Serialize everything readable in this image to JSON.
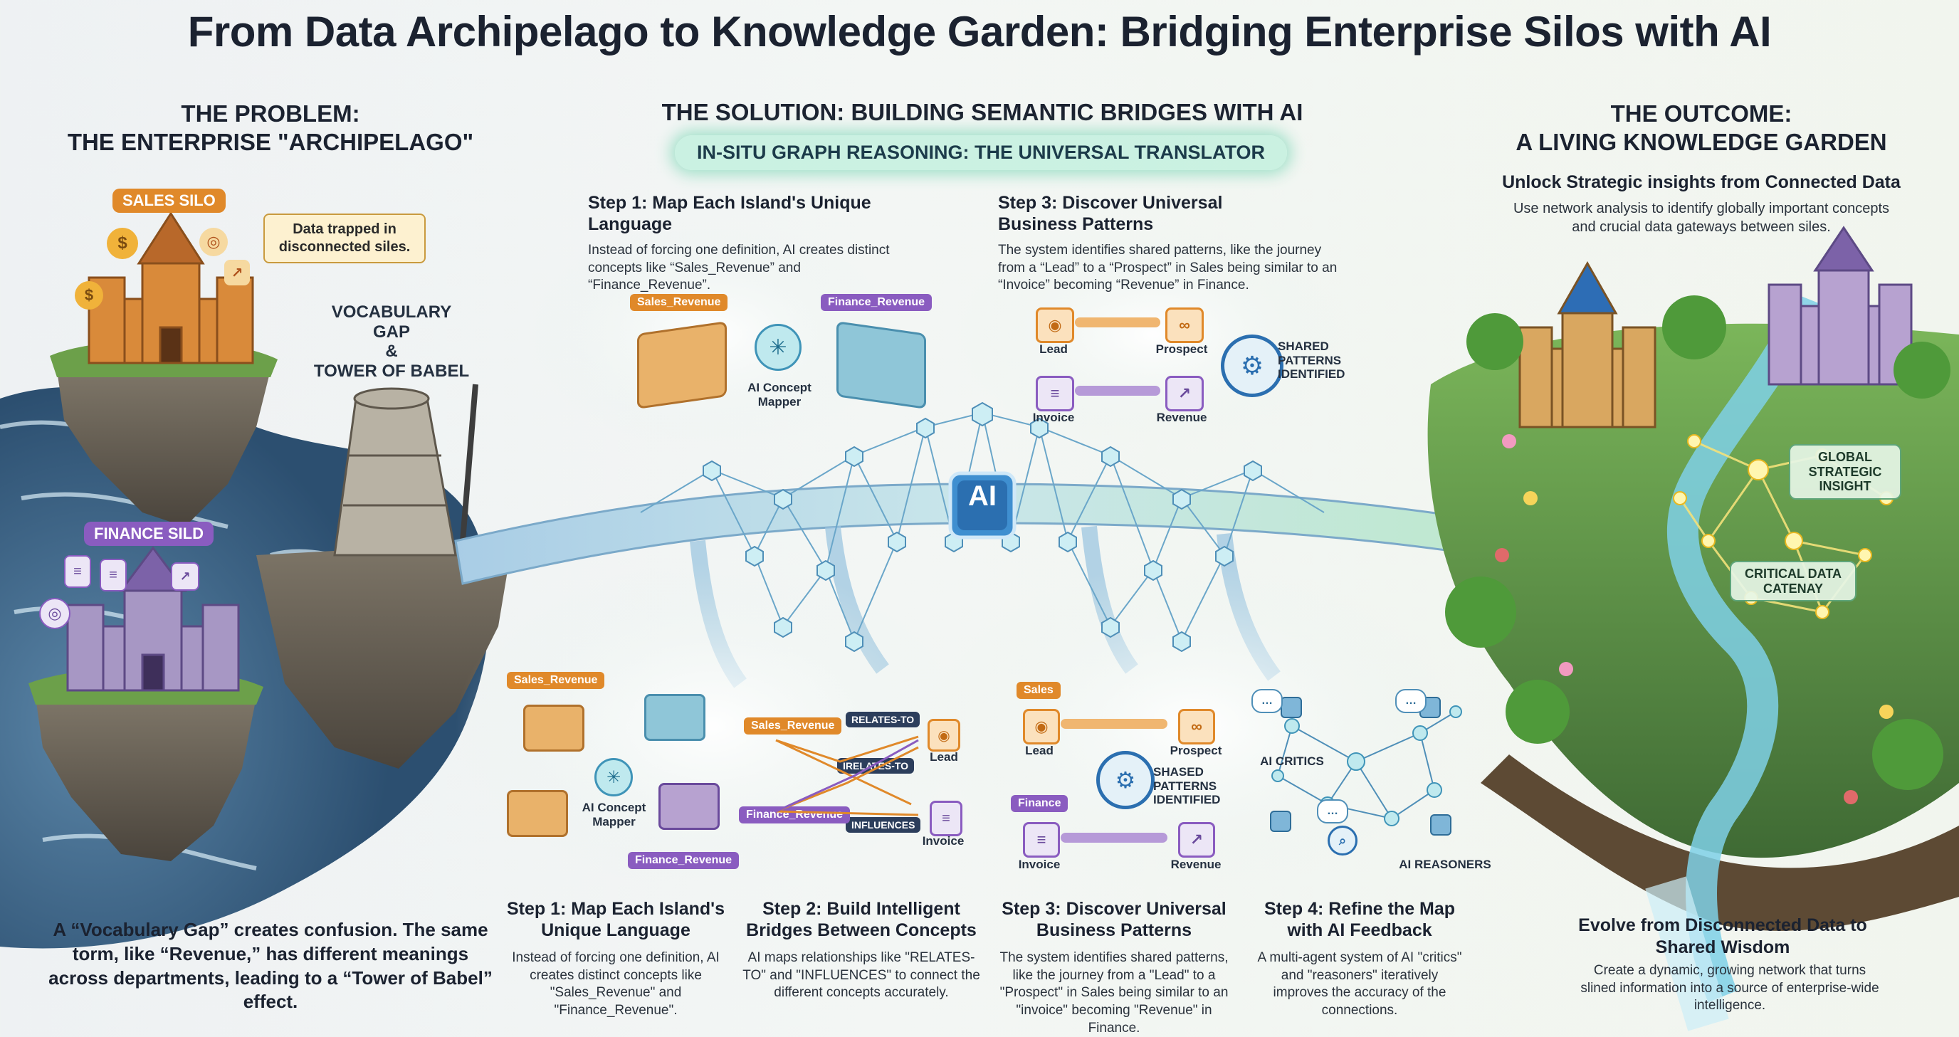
{
  "title": "From Data Archipelago to Knowledge Garden: Bridging Enterprise Silos with AI",
  "problem": {
    "heading_line1": "THE PROBLEM:",
    "heading_line2": "THE ENTERPRISE \"ARCHIPELAGO\"",
    "sales_silo": "SALES SILO",
    "finance_silo": "FINANCE SILD",
    "trapped_note": "Data trapped in disconnected siles.",
    "vocab_line1": "VOCABULARY",
    "vocab_line2": "GAP",
    "vocab_line3": "&",
    "vocab_line4": "TOWER OF BABEL",
    "caption": "A “Vocabulary Gap” creates confusion. The same torm, like “Revenue,” has different meanings across departments, leading to a “Tower of Babel” effect."
  },
  "solution": {
    "heading": "THE SOLUTION: BUILDING SEMANTIC BRIDGES WITH AI",
    "banner": "IN-SITU GRAPH REASONING: THE UNIVERSAL TRANSLATOR",
    "ai_label": "AI",
    "top_step1": {
      "title": "Step 1: Map Each Island's Unique Language",
      "text": "Instead of forcing one definition, AI creates distinct concepts like “Sales_Revenue” and “Finance_Revenue”.",
      "tag_sales": "Sales_Revenue",
      "tag_finance": "Finance_Revenue",
      "mapper": "AI Concept Mapper"
    },
    "top_step3": {
      "title": "Step 3: Discover Universal Business Patterns",
      "text": "The system identifies shared patterns, like the journey from a “Lead” to a “Prospect” in Sales being similar to an “Invoice” becoming “Revenue” in Finance.",
      "lead": "Lead",
      "prospect": "Prospect",
      "invoice": "Invoice",
      "revenue": "Revenue",
      "shared": "SHARED PATTERNS IDENTIFIED"
    },
    "bottom_step1": {
      "title": "Step 1: Map Each Island's Unique Language",
      "text": "Instead of forcing one definition, AI creates distinct concepts like \"Sales_Revenue\" and \"Finance_Revenue\".",
      "tag_sales": "Sales_Revenue",
      "tag_finance": "Finance_Revenue",
      "mapper": "AI Concept Mapper"
    },
    "bottom_step2": {
      "title": "Step 2: Build Intelligent Bridges Between Concepts",
      "text": "AI maps relationships like \"RELATES-TO\" and \"INFLUENCES\" to connect the different concepts accurately.",
      "tag_sales": "Sales_Revenue",
      "tag_finance": "Finance_Revenue",
      "rel1": "RELATES-TO",
      "rel2": "IRELATES-TO",
      "rel3": "INFLUENCES",
      "lead": "Lead",
      "invoice": "Invoice"
    },
    "bottom_step3": {
      "title": "Step 3: Discover Universal Business Patterns",
      "text": "The system identifies shared patterns, like the journey from a \"Lead\" to a \"Prospect\" in Sales being similar to an \"invoice\" becoming \"Revenue\" in Finance.",
      "sales": "Sales",
      "finance": "Finance",
      "lead": "Lead",
      "prospect": "Prospect",
      "invoice": "Invoice",
      "revenue": "Revenue",
      "shared": "SHASED PATTERNS IDENTIFIED"
    },
    "bottom_step4": {
      "title": "Step 4: Refine the Map with AI Feedback",
      "text": "A multi-agent system of AI \"critics\" and \"reasoners\" iteratively improves the accuracy of the connections.",
      "critics": "AI CRITICS",
      "reasoners": "AI REASONERS"
    }
  },
  "outcome": {
    "heading_line1": "THE OUTCOME:",
    "heading_line2": "A LIVING KNOWLEDGE GARDEN",
    "sub_title": "Unlock Strategic insights from Connected Data",
    "sub_text": "Use network analysis to identify globally important concepts and crucial data gateways between siles.",
    "global_insight": "GLOBAL STRATEGIC INSIGHT",
    "critical": "CRITICAL DATA CATENAY",
    "bottom_title": "Evolve from Disconnected Data to Shared Wisdom",
    "bottom_text": "Create a dynamic, growing network that turns slined information into a source of enterprise-wide intelligence."
  },
  "colors": {
    "sales": "#e0892a",
    "finance": "#8a5cc0",
    "ai": "#2f86c9",
    "banner_glow": "#9fe0c8"
  }
}
